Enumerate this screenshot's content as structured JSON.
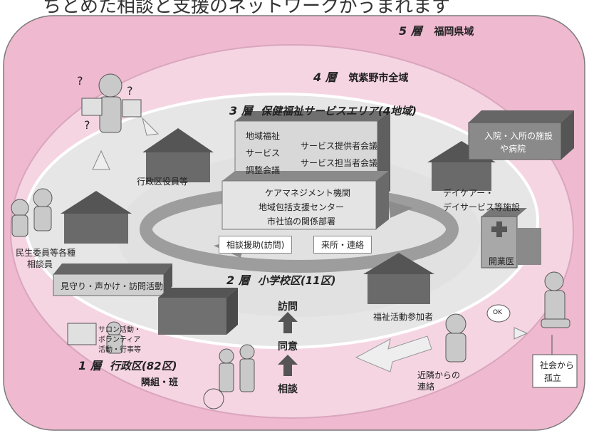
{
  "header": {
    "partial_title": "ちとめた相談と支援のネットワークがうまれます"
  },
  "layers": {
    "layer5": {
      "num": "5 層",
      "name": "福岡県域"
    },
    "layer4": {
      "num": "4 層",
      "name": "筑紫野市全域"
    },
    "layer3": {
      "num": "3 層",
      "name": "保健福祉サービスエリア(4地域)"
    },
    "layer2": {
      "num": "2 層",
      "name": "小学校区(11区)"
    },
    "layer1": {
      "num": "1 層",
      "name": "行政区(82区)",
      "sub": "隣組・班"
    }
  },
  "center_block": {
    "left_lines": [
      "地域福祉",
      "サービス",
      "調整会議"
    ],
    "right_lines": [
      "サービス提供者会議",
      "サービス担当者会議"
    ],
    "front_lines": [
      "ケアマネジメント機関",
      "地域包括支援センター",
      "市社協の関係部署"
    ]
  },
  "flow_labels": {
    "consult_visit": "相談援助(訪問)",
    "contact": "来所・連絡"
  },
  "labels": {
    "ward_officers": "行政区役員等",
    "minsei": [
      "民生委員等各種",
      "相談員"
    ],
    "watch": "見守り・声かけ・訪問活動",
    "salon": [
      "サロン活動・",
      "ボランティア",
      "活動・行事等"
    ],
    "hospital": [
      "入院・入所の施設",
      "や病院"
    ],
    "daycare": [
      "デイケアー・",
      "デイサービス等施設"
    ],
    "clinic": "開業医",
    "welfare_participants": "福祉活動参加者",
    "neighbor_contact": [
      "近隣からの",
      "連絡"
    ],
    "isolated": [
      "社会から",
      "孤立"
    ],
    "ok_bubble": "OK"
  },
  "steps": [
    "訪問",
    "同意",
    "相談"
  ],
  "colors": {
    "pink_outer": "#efb9d0",
    "pink_band": "#f6d4e2",
    "inner_gray": "#e2e2e2",
    "dark_gray": "#555555"
  }
}
